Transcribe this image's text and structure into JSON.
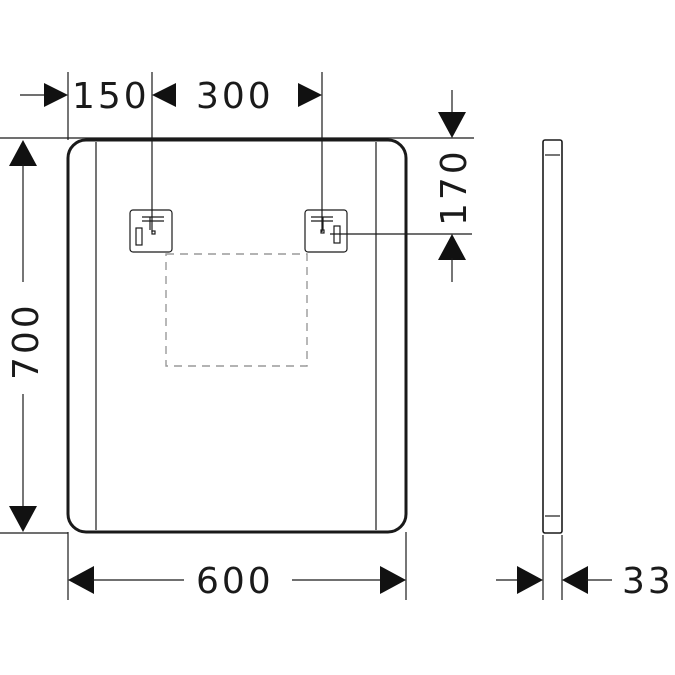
{
  "dimensions": {
    "left_offset": "150",
    "hook_spacing": "300",
    "hook_drop": "170",
    "height": "700",
    "width": "600",
    "depth": "33"
  },
  "colors": {
    "line": "#1a1a1a",
    "arrow": "#111111",
    "hidden_line": "#9a9a9a",
    "background": "#ffffff"
  }
}
